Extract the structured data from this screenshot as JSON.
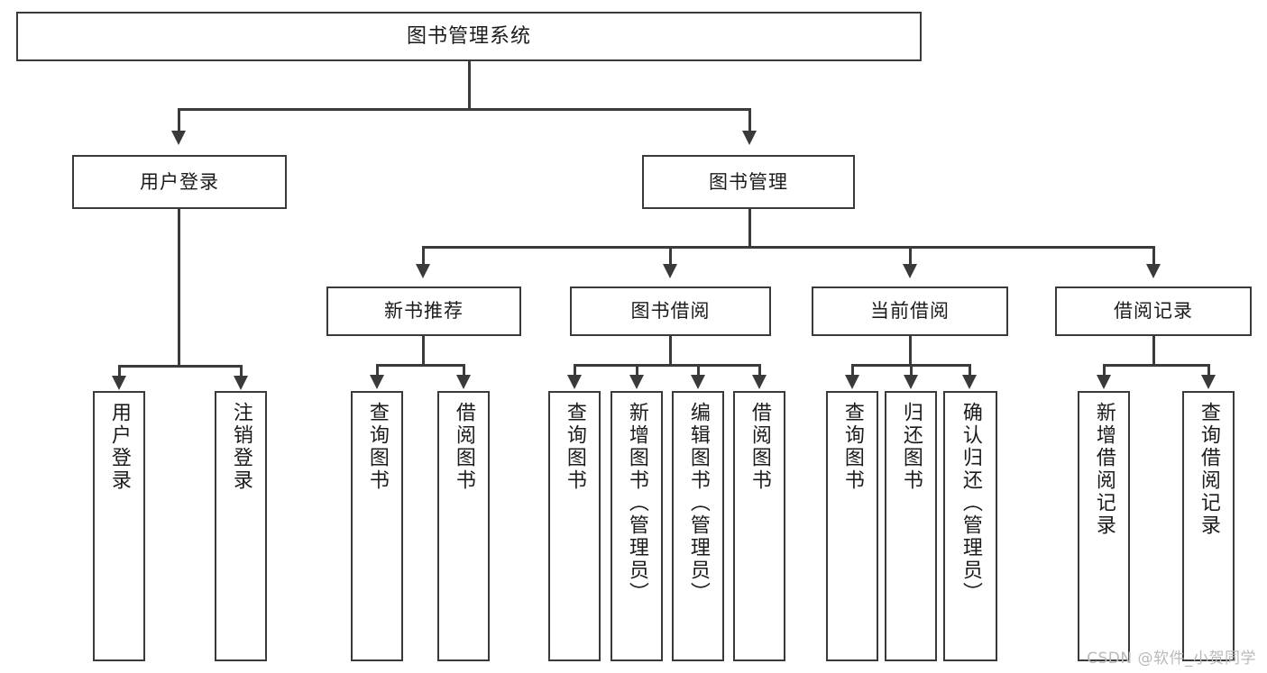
{
  "diagram": {
    "title": "图书管理系统",
    "type": "tree",
    "watermark": "CSDN @软件_小贺同学"
  },
  "root": {
    "label": "图书管理系统"
  },
  "level1": [
    {
      "id": "user-login",
      "label": "用户登录"
    },
    {
      "id": "book-manage",
      "label": "图书管理"
    }
  ],
  "level2": [
    {
      "id": "new-book-recommend",
      "label": "新书推荐"
    },
    {
      "id": "book-borrow",
      "label": "图书借阅"
    },
    {
      "id": "current-borrow",
      "label": "当前借阅"
    },
    {
      "id": "borrow-record",
      "label": "借阅记录"
    }
  ],
  "leaves": {
    "user_login": [
      {
        "id": "leaf-user-login",
        "label": "用户登录"
      },
      {
        "id": "leaf-logout-login",
        "label": "注销登录"
      }
    ],
    "new_book_recommend": [
      {
        "id": "leaf-query-book-1",
        "label": "查询图书"
      },
      {
        "id": "leaf-borrow-book-1",
        "label": "借阅图书"
      }
    ],
    "book_borrow": [
      {
        "id": "leaf-query-book-2",
        "label": "查询图书"
      },
      {
        "id": "leaf-add-book",
        "label": "新增图书（管理员）"
      },
      {
        "id": "leaf-edit-book",
        "label": "编辑图书（管理员）"
      },
      {
        "id": "leaf-borrow-book-2",
        "label": "借阅图书"
      }
    ],
    "current_borrow": [
      {
        "id": "leaf-query-book-3",
        "label": "查询图书"
      },
      {
        "id": "leaf-return-book",
        "label": "归还图书"
      },
      {
        "id": "leaf-confirm-return",
        "label": "确认归还（管理员）"
      }
    ],
    "borrow_record": [
      {
        "id": "leaf-add-record",
        "label": "新增借阅记录"
      },
      {
        "id": "leaf-query-record",
        "label": "查询借阅记录"
      }
    ]
  },
  "colors": {
    "stroke": "#3a3a3a",
    "fill": "#ffffff",
    "text": "#1b1b1b",
    "watermark": "#b9b9b9"
  }
}
